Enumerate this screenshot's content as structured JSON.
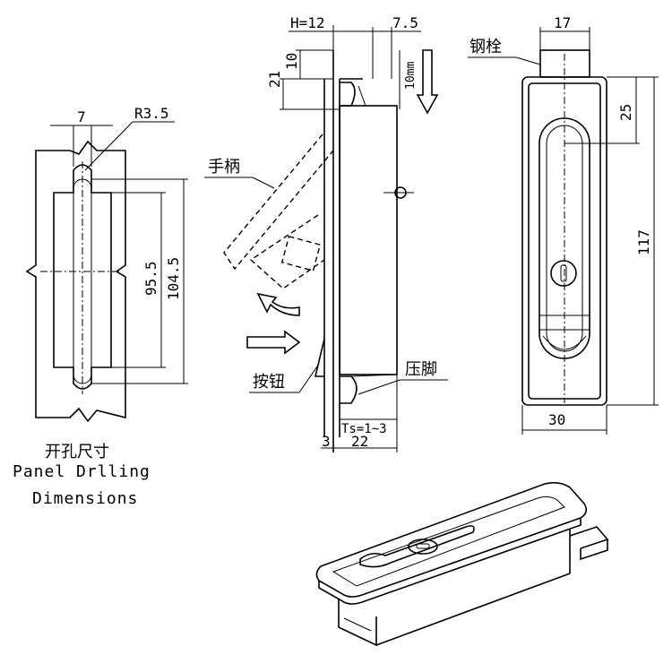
{
  "drilling": {
    "dim_width": "7",
    "dim_radius": "R3.5",
    "dim_inner_len": "95.5",
    "dim_outer_len": "104.5",
    "title_cn": "开孔尺寸",
    "title_en_1": "Panel Drlling",
    "title_en_2": "Dimensions"
  },
  "side_view": {
    "dim_h": "H=12",
    "dim_7_5": "7.5",
    "dim_10": "10",
    "dim_10mm": "10mm",
    "dim_21": "21",
    "label_handle": "手柄",
    "label_button": "按钮",
    "label_press_foot": "压脚",
    "dim_ts": "Ts=1~3",
    "dim_3": "3",
    "dim_22": "22"
  },
  "front_view": {
    "label_bolt": "钢栓",
    "dim_17": "17",
    "dim_25": "25",
    "dim_117": "117",
    "dim_30": "30"
  }
}
